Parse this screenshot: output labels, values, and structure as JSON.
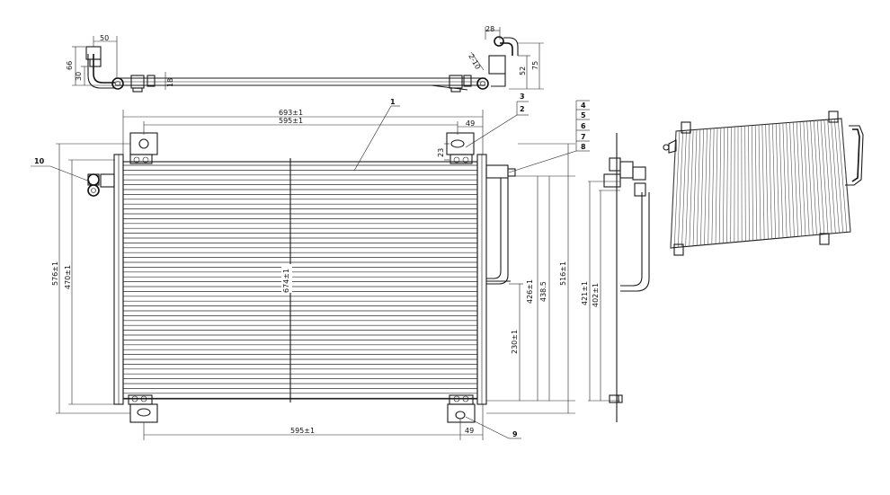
{
  "dimensions": {
    "d50": "50",
    "d66": "66",
    "d30": "30",
    "d18": "18",
    "d28": "28",
    "d75": "75",
    "d52": "52",
    "d2x10": "2-10",
    "d693": "693±1",
    "d595_top": "595±1",
    "d49_top": "49",
    "d23": "23",
    "d576": "576±1",
    "d470": "470±1",
    "d674": "674±1",
    "d426": "426±1",
    "d438": "438.5",
    "d516": "516±1",
    "d230": "230±1",
    "d595_bottom": "595±1",
    "d49_bottom": "49",
    "d421": "421±1",
    "d402": "402±1"
  },
  "callouts": [
    "1",
    "2",
    "3",
    "4",
    "5",
    "6",
    "7",
    "8",
    "9",
    "10"
  ]
}
